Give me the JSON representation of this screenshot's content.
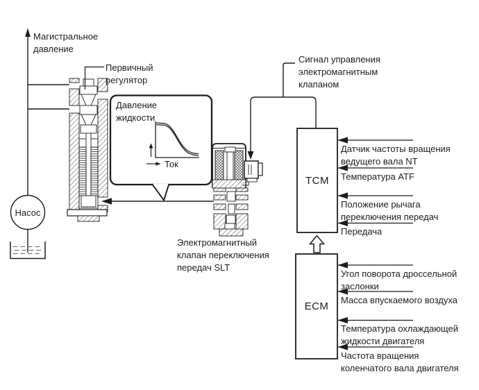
{
  "axis": {
    "label": "Магистральное\nдавление"
  },
  "pump": {
    "label": "Насос"
  },
  "regulator": {
    "label": "Первичный\nрегулятор"
  },
  "callout": {
    "title": "Давление\nжидкости",
    "x_axis_label": "Ток"
  },
  "solenoid": {
    "label": "Электромагнитный\nклапан переключения\nпередач SLT",
    "signal_label": "Сигнал управления\nэлектромагнитным\nклапаном"
  },
  "tcm": {
    "name": "TCM",
    "inputs": [
      "Датчик частоты вращения\nведущего вала NT",
      "Температура ATF",
      "Положение рычага\nпереключения передач",
      "Передача"
    ]
  },
  "ecm": {
    "name": "ECM",
    "inputs": [
      "Угол поворота дроссельной\nзаслонки",
      "Масса впускаемого воздуха",
      "Температура охлаждающей\nжидкости двигателя",
      "Частота вращения\nколенчатого вала двигателя"
    ]
  },
  "colors": {
    "ink": "#1c1c1c",
    "background": "#ffffff"
  },
  "chart_data": {
    "type": "line",
    "title": "Давление жидкости",
    "xlabel": "Ток",
    "ylabel": "Давление жидкости",
    "x": [
      0,
      0.15,
      0.3,
      0.45,
      0.6,
      0.75,
      0.9,
      1.0
    ],
    "values": [
      1.0,
      0.96,
      0.82,
      0.58,
      0.34,
      0.14,
      0.06,
      0.05
    ],
    "xlim": [
      0,
      1
    ],
    "ylim": [
      0,
      1
    ],
    "grid": false,
    "legend": false
  }
}
